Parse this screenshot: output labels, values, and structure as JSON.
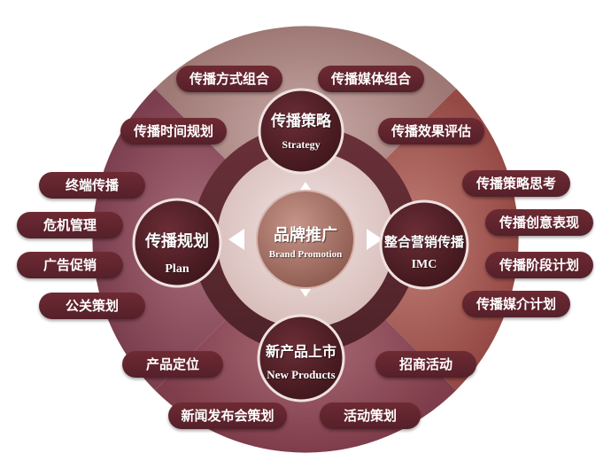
{
  "center": {
    "title": "品牌推广",
    "subtitle": "Brand Promotion"
  },
  "nodes": {
    "strategy": {
      "title": "传播策略",
      "subtitle": "Strategy"
    },
    "plan": {
      "title": "传播规划",
      "subtitle": "Plan"
    },
    "imc": {
      "title": "整合营销传播",
      "subtitle": "IMC"
    },
    "new_products": {
      "title": "新产品上市",
      "subtitle": "New Products"
    }
  },
  "labels": {
    "top": [
      "传播方式组合",
      "传播媒体组合",
      "传播时间规划",
      "传播效果评估"
    ],
    "left": [
      "终端传播",
      "危机管理",
      "广告促销",
      "公关策划"
    ],
    "right": [
      "传播策略思考",
      "传播创意表现",
      "传播阶段计划",
      "传播媒介计划"
    ],
    "bottom": [
      "产品定位",
      "招商活动",
      "新闻发布会策划",
      "活动策划"
    ]
  },
  "colors": {
    "sector_top": "#a77f7c",
    "sector_left": "#8c4f5f",
    "sector_right": "#a35a55",
    "sector_bottom": "#8e4a57",
    "ring": "#5d2a31",
    "inner_disc": "#e9d7d5",
    "node_fill": "#4e1e25",
    "center_fill": "#a8756a",
    "pill": "#5f242d",
    "arrow": "#ffffff"
  }
}
